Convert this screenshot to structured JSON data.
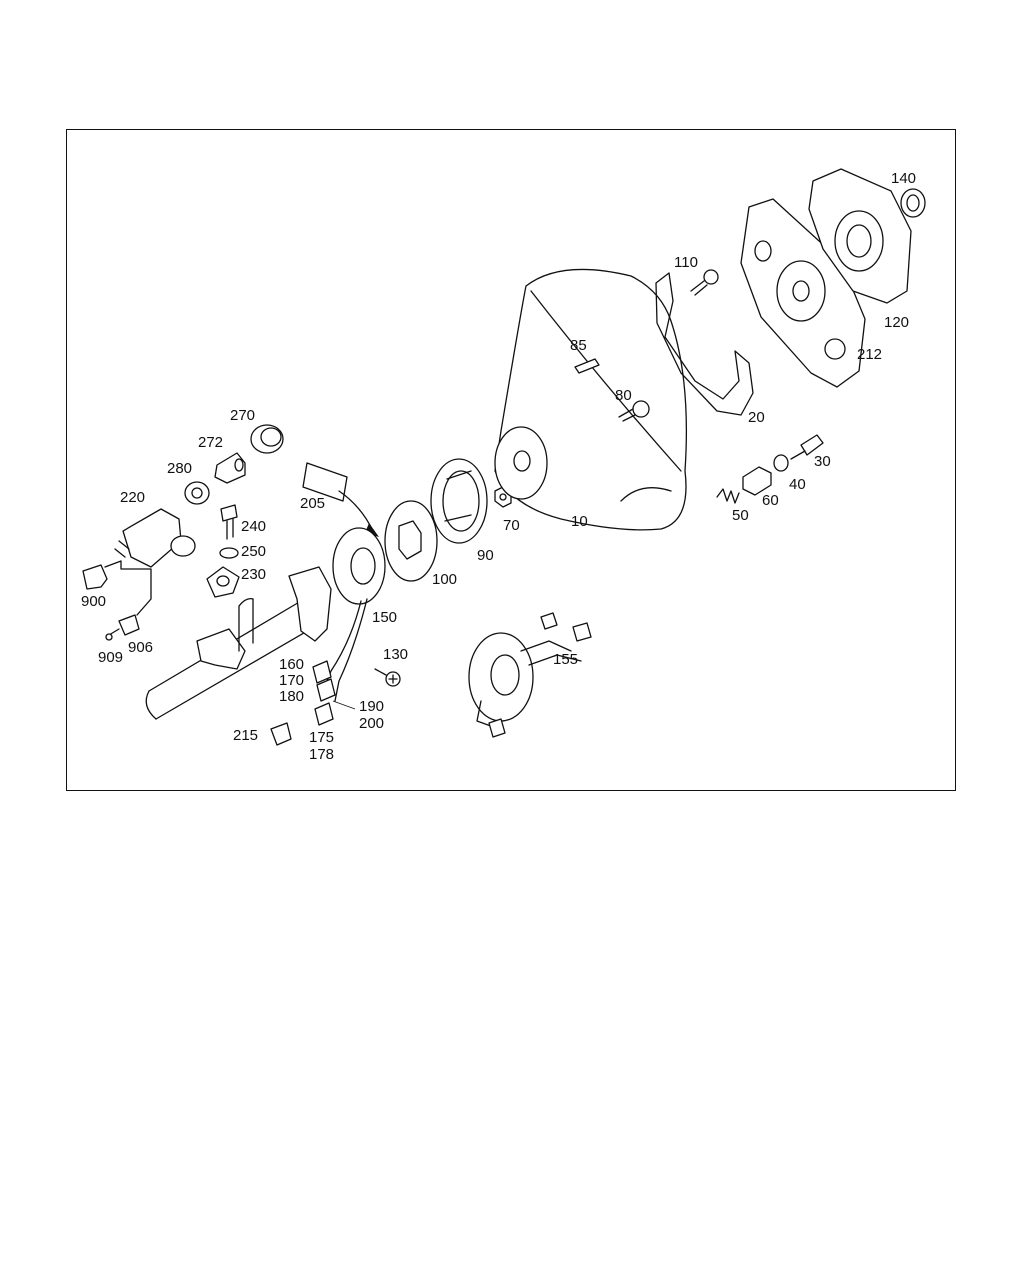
{
  "diagram": {
    "parts": [
      {
        "id": "p140",
        "label": "140"
      },
      {
        "id": "p110",
        "label": "110"
      },
      {
        "id": "p120",
        "label": "120"
      },
      {
        "id": "p212",
        "label": "212"
      },
      {
        "id": "p85",
        "label": "85"
      },
      {
        "id": "p80",
        "label": "80"
      },
      {
        "id": "p20",
        "label": "20"
      },
      {
        "id": "p270",
        "label": "270"
      },
      {
        "id": "p272",
        "label": "272"
      },
      {
        "id": "p30",
        "label": "30"
      },
      {
        "id": "p280",
        "label": "280"
      },
      {
        "id": "p40",
        "label": "40"
      },
      {
        "id": "p60",
        "label": "60"
      },
      {
        "id": "p220",
        "label": "220"
      },
      {
        "id": "p205",
        "label": "205"
      },
      {
        "id": "p70",
        "label": "70"
      },
      {
        "id": "p10",
        "label": "10"
      },
      {
        "id": "p50",
        "label": "50"
      },
      {
        "id": "p240",
        "label": "240"
      },
      {
        "id": "p90",
        "label": "90"
      },
      {
        "id": "p250",
        "label": "250"
      },
      {
        "id": "p230",
        "label": "230"
      },
      {
        "id": "p100",
        "label": "100"
      },
      {
        "id": "p900",
        "label": "900"
      },
      {
        "id": "p150",
        "label": "150"
      },
      {
        "id": "p906",
        "label": "906"
      },
      {
        "id": "p909",
        "label": "909"
      },
      {
        "id": "p155",
        "label": "155"
      },
      {
        "id": "p130",
        "label": "130"
      },
      {
        "id": "p160",
        "label": "160"
      },
      {
        "id": "p170",
        "label": "170"
      },
      {
        "id": "p180",
        "label": "180"
      },
      {
        "id": "p190",
        "label": "190"
      },
      {
        "id": "p200",
        "label": "200"
      },
      {
        "id": "p215",
        "label": "215"
      },
      {
        "id": "p175",
        "label": "175"
      },
      {
        "id": "p178",
        "label": "178"
      }
    ]
  }
}
